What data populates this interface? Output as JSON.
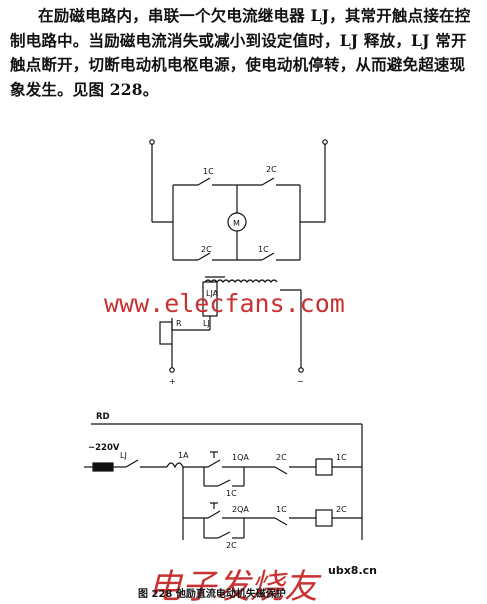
{
  "paragraph": "在励磁电路内，串联一个欠电流继电器 LJ，其常开触点接在控制电路中。当励磁电流消失或减小到设定值时，LJ 释放，LJ 常开触点断开，切断电动机电枢电源，使电动机停转，从而避免超速现象发生。见图 228。",
  "top_diagram": {
    "contact_1c_left": "1C",
    "contact_2c_right": "2C",
    "contact_2c_bottom": "2C",
    "contact_1c_bottom": "1C",
    "motor": "M",
    "relay_coil": "LJ",
    "relay_coil_top": "LJA",
    "resistor": "R",
    "terminal_plus": "+",
    "terminal_minus": "−"
  },
  "bottom_diagram": {
    "fuse": "RD",
    "supply": "~220V",
    "lj_contact": "LJ",
    "button_1a": "1A",
    "button_1qa": "1QA",
    "contact_1c_hold": "1C",
    "contact_2c_interlock": "2C",
    "coil_1c": "1C",
    "button_2qa": "2QA",
    "contact_2c_hold": "2C",
    "contact_1c_interlock": "1C",
    "coil_2c": "2C"
  },
  "caption": "图 228   他励直流电动机失磁保护",
  "watermarks": {
    "site": "www.elecfans.com",
    "site2": "ubx8.cn",
    "brand": "电子发烧友"
  },
  "colors": {
    "watermark": "#c83232",
    "ink": "#111111"
  }
}
